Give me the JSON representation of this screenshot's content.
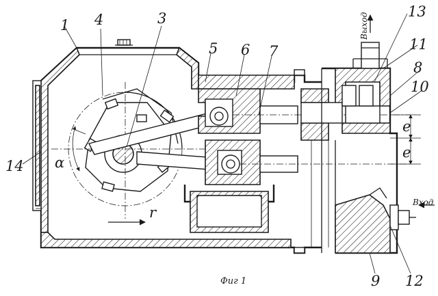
{
  "callouts": {
    "n1": "1",
    "n3": "3",
    "n4": "4",
    "n5": "5",
    "n6": "6",
    "n7": "7",
    "n8": "8",
    "n9": "9",
    "n10": "10",
    "n11": "11",
    "n12": "12",
    "n13": "13",
    "n14": "14"
  },
  "dimensions": {
    "alpha": "α",
    "e1": "e",
    "e2": "e",
    "r": "r"
  },
  "ports": {
    "outlet": "Выход",
    "inlet": "Вход"
  },
  "caption": "Фиг 1"
}
